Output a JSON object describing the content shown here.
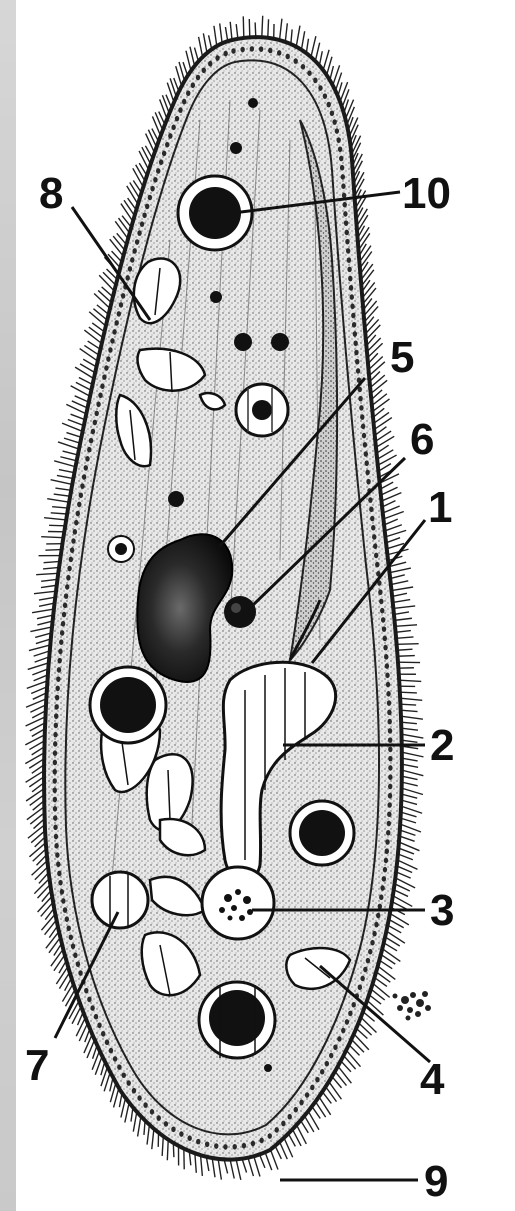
{
  "labels": {
    "l1": "1",
    "l2": "2",
    "l3": "3",
    "l4": "4",
    "l5": "5",
    "l6": "6",
    "l7": "7",
    "l8": "8",
    "l9": "9",
    "l10": "10"
  }
}
